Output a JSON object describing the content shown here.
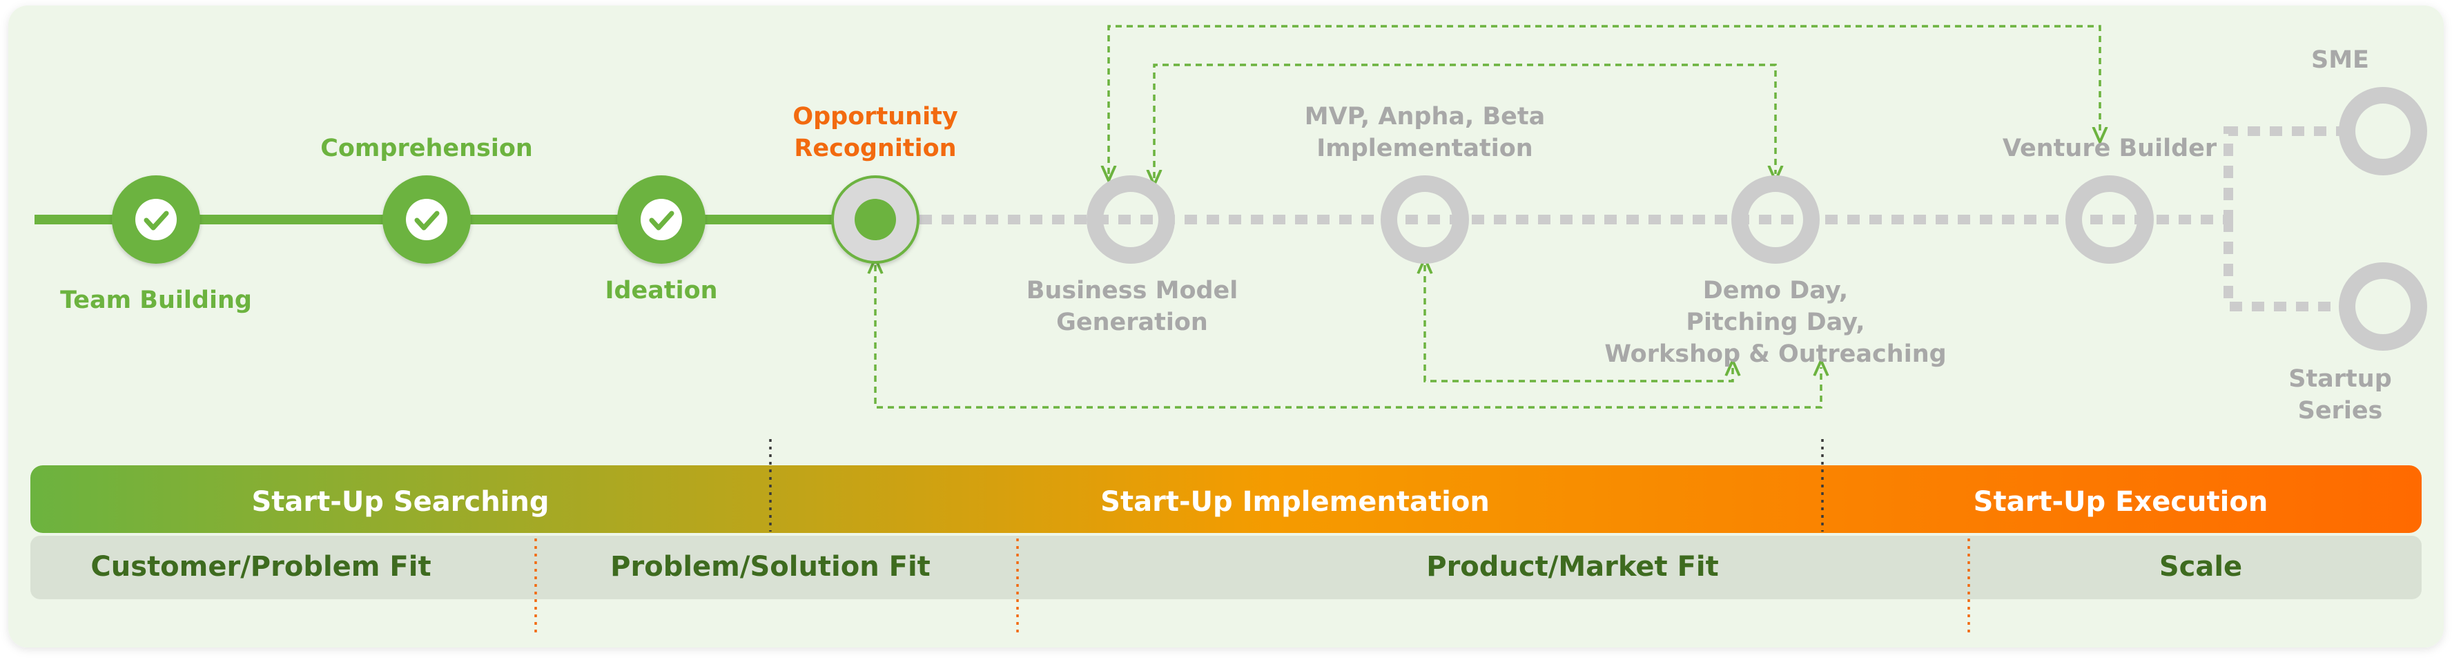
{
  "colors": {
    "panel_bg": "#eef6e9",
    "green": "#6cb33f",
    "orange": "#f26a0f",
    "grey": "#cccccc",
    "label_grey": "#a8a8a8",
    "fit_row_bg": "#d9e1d4",
    "fit_text": "#3e6b1f",
    "gradient": [
      "#6cb33f",
      "#f59b00",
      "#ff6a00"
    ]
  },
  "stages": {
    "team_building": "Team Building",
    "comprehension": "Comprehension",
    "ideation": "Ideation",
    "opportunity_line1": "Opportunity",
    "opportunity_line2": "Recognition",
    "bmg_line1": "Business Model",
    "bmg_line2": "Generation",
    "mvp_line1": "MVP, Anpha, Beta",
    "mvp_line2": "Implementation",
    "demo_line1": "Demo Day,",
    "demo_line2": "Pitching Day,",
    "demo_line3": "Workshop & Outreaching",
    "venture_builder": "Venture Builder",
    "sme": "SME",
    "startup_line1": "Startup",
    "startup_line2": "Series"
  },
  "stage_status": {
    "team_building": "completed",
    "comprehension": "completed",
    "ideation": "completed",
    "opportunity": "current",
    "bmg": "upcoming",
    "mvp": "upcoming",
    "demo": "upcoming",
    "venture_builder": "upcoming",
    "sme": "upcoming",
    "startup_series": "upcoming"
  },
  "icons": {
    "completed": "check-icon",
    "current": "dot-icon",
    "upcoming": "ring-icon"
  },
  "phases": {
    "searching": "Start-Up Searching",
    "implementation": "Start-Up Implementation",
    "execution": "Start-Up Execution"
  },
  "fits": {
    "customer_problem": "Customer/Problem Fit",
    "problem_solution": "Problem/Solution Fit",
    "product_market": "Product/Market Fit",
    "scale": "Scale"
  }
}
